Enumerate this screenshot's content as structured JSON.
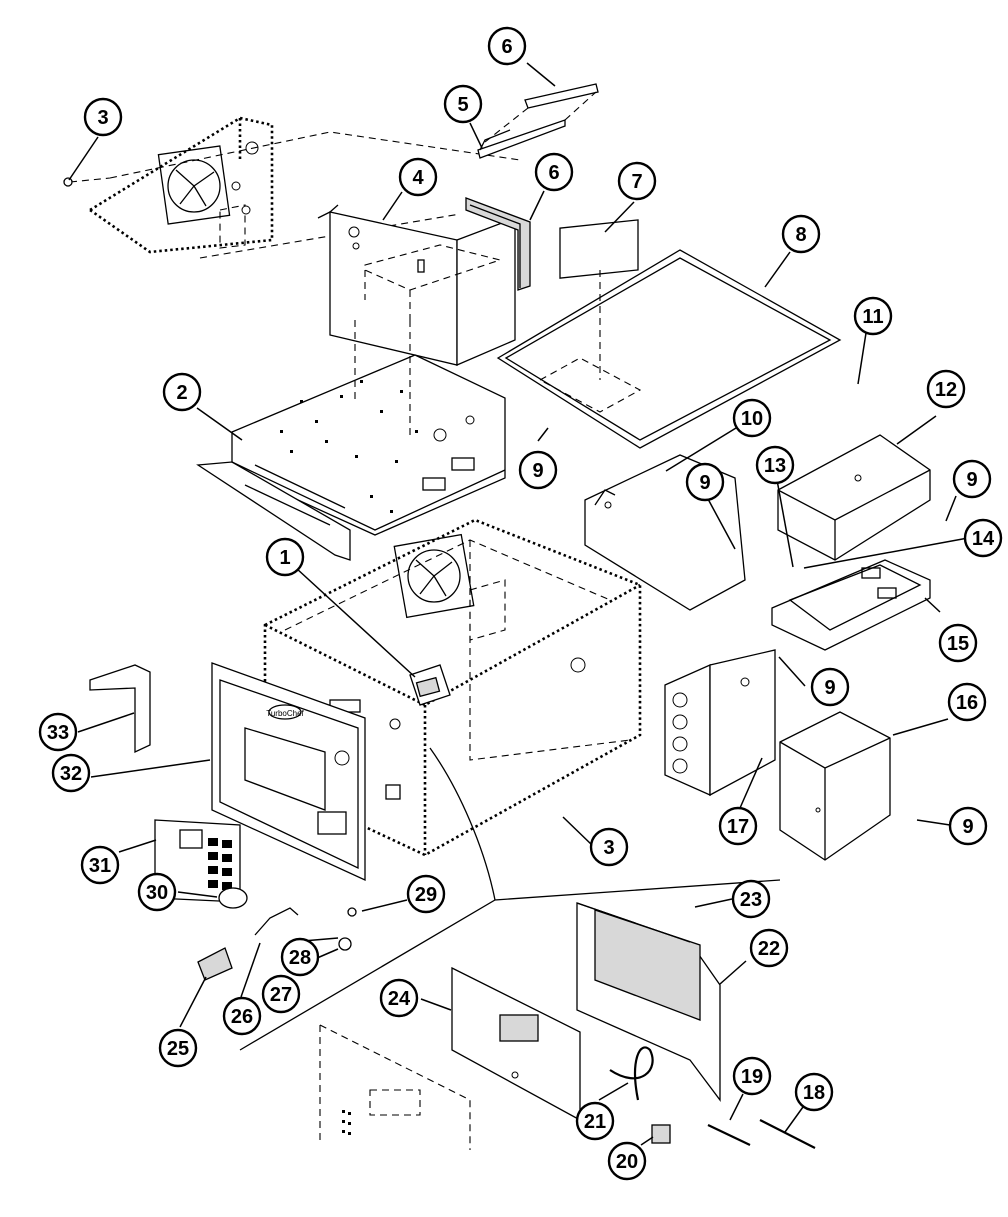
{
  "diagram": {
    "type": "exploded-parts-diagram",
    "callouts": [
      {
        "id": "c1",
        "label": "1"
      },
      {
        "id": "c2",
        "label": "2"
      },
      {
        "id": "c3a",
        "label": "3"
      },
      {
        "id": "c3b",
        "label": "3"
      },
      {
        "id": "c4",
        "label": "4"
      },
      {
        "id": "c5",
        "label": "5"
      },
      {
        "id": "c6a",
        "label": "6"
      },
      {
        "id": "c6b",
        "label": "6"
      },
      {
        "id": "c7",
        "label": "7"
      },
      {
        "id": "c8",
        "label": "8"
      },
      {
        "id": "c9a",
        "label": "9"
      },
      {
        "id": "c9b",
        "label": "9"
      },
      {
        "id": "c9c",
        "label": "9"
      },
      {
        "id": "c9d",
        "label": "9"
      },
      {
        "id": "c9e",
        "label": "9"
      },
      {
        "id": "c10",
        "label": "10"
      },
      {
        "id": "c11",
        "label": "11"
      },
      {
        "id": "c12",
        "label": "12"
      },
      {
        "id": "c13",
        "label": "13"
      },
      {
        "id": "c14",
        "label": "14"
      },
      {
        "id": "c15",
        "label": "15"
      },
      {
        "id": "c16",
        "label": "16"
      },
      {
        "id": "c17",
        "label": "17"
      },
      {
        "id": "c18",
        "label": "18"
      },
      {
        "id": "c19",
        "label": "19"
      },
      {
        "id": "c20",
        "label": "20"
      },
      {
        "id": "c21",
        "label": "21"
      },
      {
        "id": "c22",
        "label": "22"
      },
      {
        "id": "c23",
        "label": "23"
      },
      {
        "id": "c24",
        "label": "24"
      },
      {
        "id": "c25",
        "label": "25"
      },
      {
        "id": "c26",
        "label": "26"
      },
      {
        "id": "c27",
        "label": "27"
      },
      {
        "id": "c28",
        "label": "28"
      },
      {
        "id": "c29",
        "label": "29"
      },
      {
        "id": "c30",
        "label": "30"
      },
      {
        "id": "c31",
        "label": "31"
      },
      {
        "id": "c32",
        "label": "32"
      },
      {
        "id": "c33",
        "label": "33"
      }
    ],
    "logo_text": "TurboChef"
  }
}
